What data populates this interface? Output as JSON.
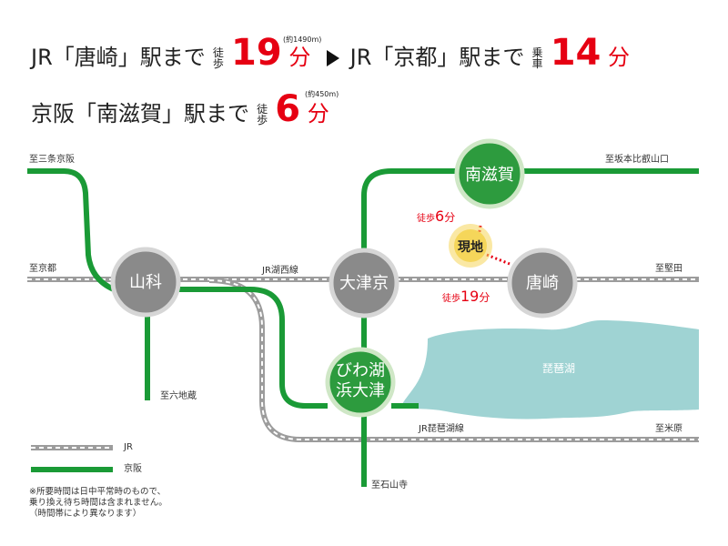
{
  "header": {
    "line1": {
      "part1": "JR「唐崎」駅まで",
      "walk_label": [
        "徒",
        "歩"
      ],
      "minutes1": "19",
      "unit1": "分",
      "distance1": "(約1490m)",
      "part2": "JR「京都」駅まで",
      "ride_label": [
        "乗",
        "車"
      ],
      "minutes2": "14",
      "unit2": "分"
    },
    "line2": {
      "part1": "京阪「南滋賀」駅まで",
      "walk_label": [
        "徒",
        "歩"
      ],
      "minutes1": "6",
      "unit1": "分",
      "distance1": "(約450m)"
    }
  },
  "stations": {
    "yamashina": "山科",
    "otsukyo": "大津京",
    "minamishiga": "南滋賀",
    "karasaki": "唐崎",
    "biwako1": "びわ湖",
    "biwako2": "浜大津",
    "site": "現地"
  },
  "lines": {
    "jr_kosei": "JR湖西線",
    "jr_biwako": "JR琵琶湖線"
  },
  "destinations": {
    "sanjo": "至三条京阪",
    "kyoto": "至京都",
    "rokujizo": "至六地蔵",
    "ishiyamadera": "至石山寺",
    "sakamoto": "至坂本比叡山口",
    "katata": "至堅田",
    "maibara": "至米原"
  },
  "walk_times": {
    "to_minamishiga_prefix": "徒歩",
    "to_minamishiga_value": "6",
    "to_minamishiga_unit": "分",
    "to_karasaki_prefix": "徒歩",
    "to_karasaki_value": "19",
    "to_karasaki_unit": "分"
  },
  "lake_label": "琵琶湖",
  "legend": {
    "jr": "JR",
    "keihan": "京阪"
  },
  "footnote": [
    "※所要時間は日中平常時のもので、",
    "乗り換え待ち時間は含まれません。",
    "（時間帯により異なります）"
  ],
  "colors": {
    "accent_red": "#e60012",
    "keihan_green": "#1a9a36",
    "station_green": "#2d9b3e",
    "station_gray": "#8a8a8a",
    "lake": "#9fd3d3",
    "site_yellow": "#f5d65a"
  }
}
